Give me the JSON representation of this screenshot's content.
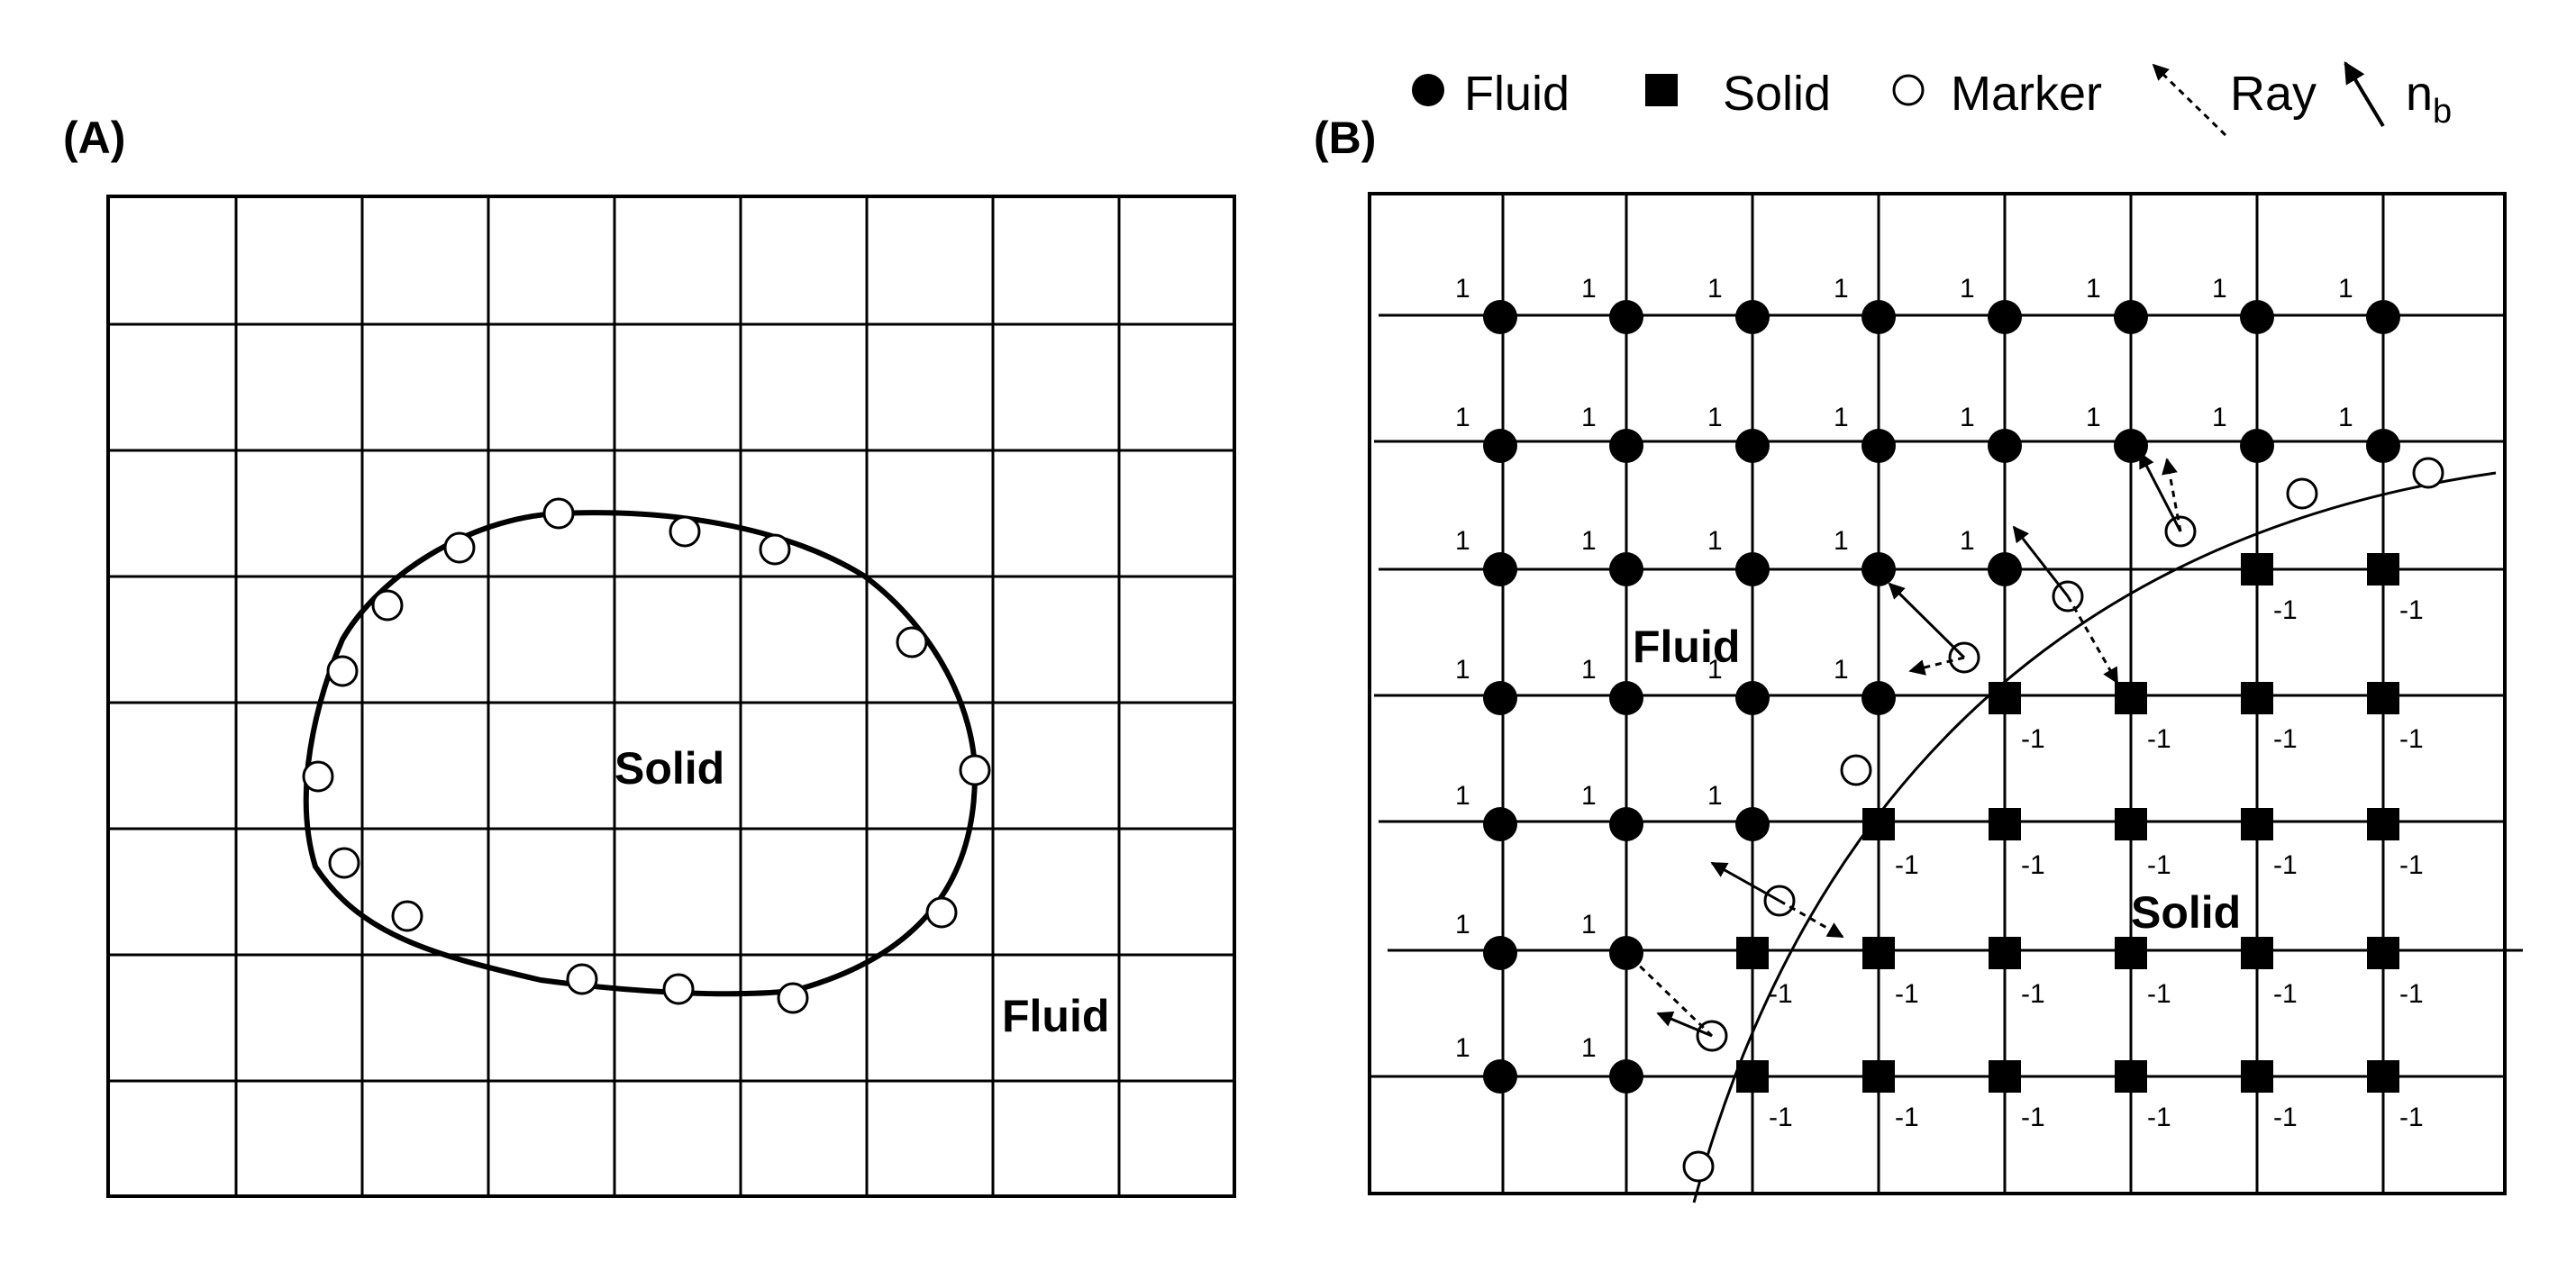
{
  "panel_a": {
    "label": "(A)",
    "region_solid": "Solid",
    "region_fluid": "Fluid"
  },
  "panel_b": {
    "label": "(B)",
    "region_fluid": "Fluid",
    "region_solid": "Solid",
    "fluid_flag": "1",
    "solid_flag": "-1"
  },
  "legend": {
    "fluid": "Fluid",
    "solid": "Solid",
    "marker": "Marker",
    "ray": "Ray",
    "normal_n": "n",
    "normal_sub": "b"
  }
}
